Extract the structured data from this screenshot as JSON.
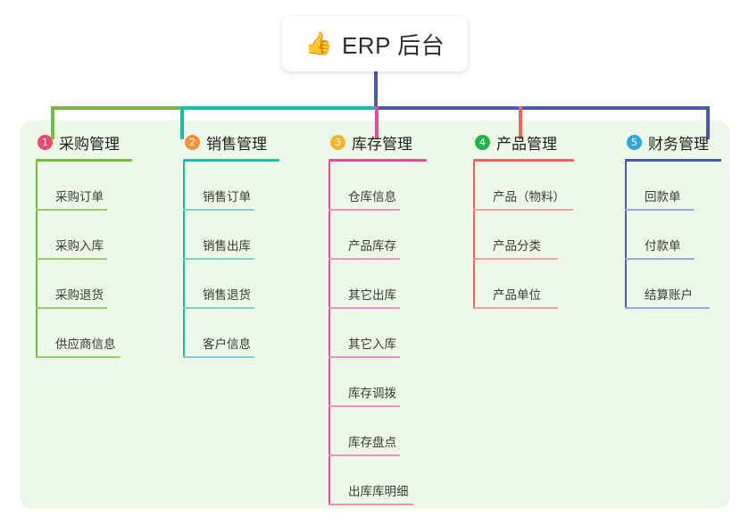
{
  "root": {
    "icon": "thumbs-up-icon",
    "emoji": "👍",
    "title": "ERP 后台"
  },
  "colors": {
    "panel_bg": "#edf7e7",
    "stem": "#4b57b5",
    "bus_green": "#7ab648",
    "bus_teal": "#13bfa6",
    "bus_blue": "#4b57b5",
    "badge_1": "#f0486e",
    "badge_2": "#f59033",
    "badge_3": "#f7b32b",
    "badge_4": "#23b24b",
    "badge_5": "#29a9e0",
    "rule_1": "#6fbe3f",
    "rule_2": "#13bfa6",
    "rule_3": "#ec4899",
    "rule_4": "#f1625f",
    "rule_5": "#4b57b5"
  },
  "columns": [
    {
      "number": "1",
      "title": "采购管理",
      "badge_color": "#f0486e",
      "accent": "#6fbe3f",
      "item_accent": "#9ccb6e",
      "items": [
        {
          "label": "采购订单"
        },
        {
          "label": "采购入库"
        },
        {
          "label": "采购退货"
        },
        {
          "label": "供应商信息"
        }
      ]
    },
    {
      "number": "2",
      "title": "销售管理",
      "badge_color": "#f59033",
      "accent": "#13bfa6",
      "item_accent": "#79d4cb",
      "items": [
        {
          "label": "销售订单"
        },
        {
          "label": "销售出库"
        },
        {
          "label": "销售退货"
        },
        {
          "label": "客户信息"
        }
      ]
    },
    {
      "number": "3",
      "title": "库存管理",
      "badge_color": "#f7b32b",
      "accent": "#ec4899",
      "item_accent": "#f28ec0",
      "items": [
        {
          "label": "仓库信息"
        },
        {
          "label": "产品库存"
        },
        {
          "label": "其它出库"
        },
        {
          "label": "其它入库"
        },
        {
          "label": "库存调拨"
        },
        {
          "label": "库存盘点"
        },
        {
          "label": "出库库明细"
        }
      ]
    },
    {
      "number": "4",
      "title": "产品管理",
      "badge_color": "#23b24b",
      "accent": "#f1625f",
      "item_accent": "#f5a09e",
      "items": [
        {
          "label": "产品（物料）",
          "wide": true
        },
        {
          "label": "产品分类"
        },
        {
          "label": "产品单位"
        }
      ]
    },
    {
      "number": "5",
      "title": "财务管理",
      "badge_color": "#29a9e0",
      "accent": "#4b57b5",
      "item_accent": "#9aa7e0",
      "items": [
        {
          "label": "回款单"
        },
        {
          "label": "付款单"
        },
        {
          "label": "结算账户"
        }
      ]
    }
  ]
}
